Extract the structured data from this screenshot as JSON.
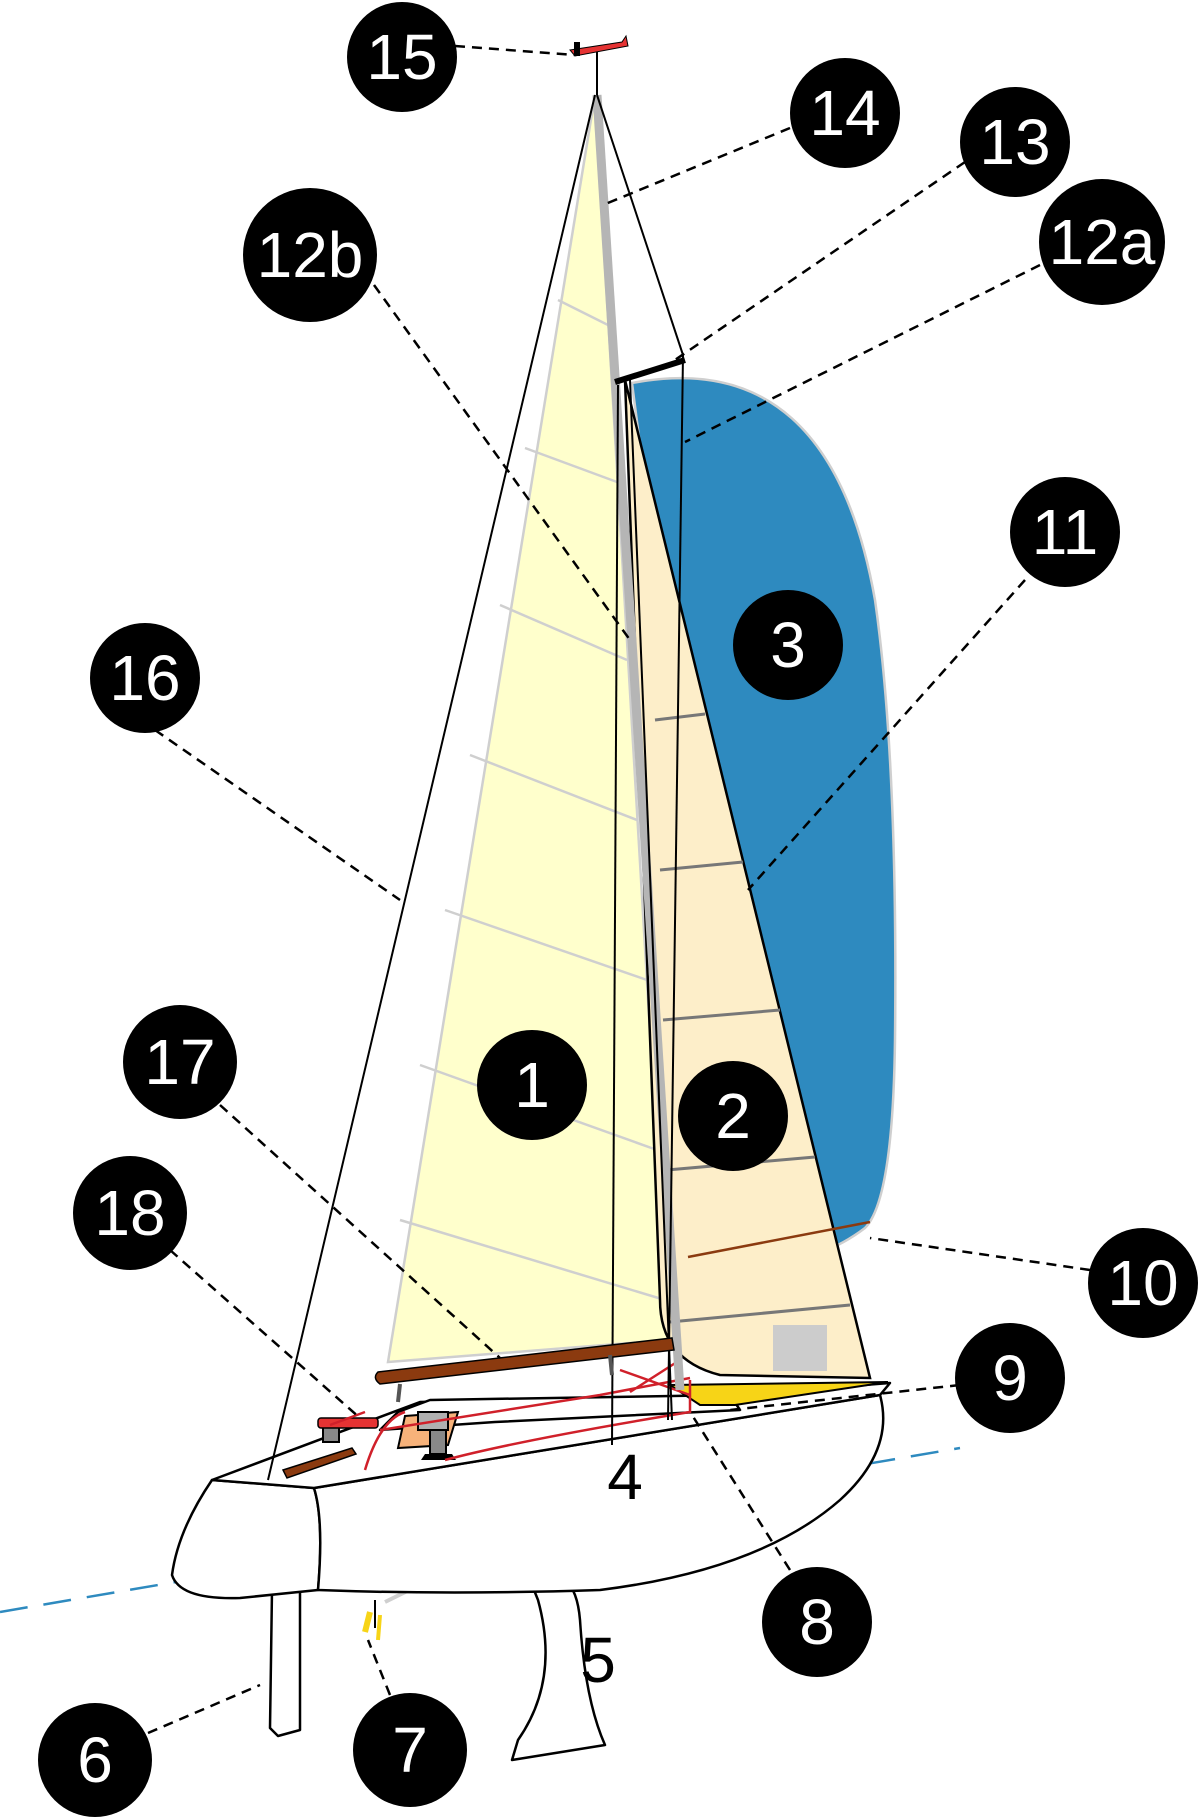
{
  "colors": {
    "mainsail": "#ffffcc",
    "jib": "#fdeec9",
    "spinnaker": "#2e8abf",
    "boom": "#8b3a0f",
    "waterline": "#2e8abf",
    "lines_red": "#d0202a",
    "deck_yellow": "#f7d417",
    "hatch_orange": "#f7b27a",
    "mast_grey": "#b5b5b5",
    "windvane_red": "#e53333"
  },
  "labels": {
    "m1": "1",
    "m2": "2",
    "m3": "3",
    "t4": "4",
    "t5": "5",
    "m6": "6",
    "m7": "7",
    "m8": "8",
    "m9": "9",
    "m10": "10",
    "m11": "11",
    "m12a": "12a",
    "m12b": "12b",
    "m13": "13",
    "m14": "14",
    "m15": "15",
    "m16": "16",
    "m17": "17",
    "m18": "18"
  }
}
